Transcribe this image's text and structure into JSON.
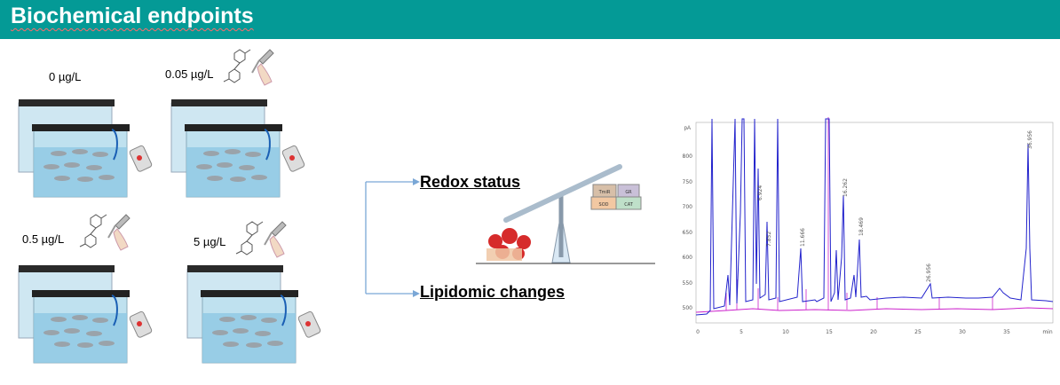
{
  "header": {
    "title": "Biochemical endpoints",
    "bg_color": "#049a96"
  },
  "tanks": [
    {
      "label": "0 µg/L",
      "has_dropper": false
    },
    {
      "label": "0.05 µg/L",
      "has_dropper": true
    },
    {
      "label": "0.5 µg/L",
      "has_dropper": true
    },
    {
      "label": "5 µg/L",
      "has_dropper": true
    }
  ],
  "endpoints": [
    {
      "label": "Redox status"
    },
    {
      "label": "Lipidomic changes"
    }
  ],
  "scale": {
    "boxes": [
      "TmiR",
      "GR",
      "SOD",
      "CAT"
    ]
  },
  "chromatogram": {
    "y_unit": "pA",
    "x_unit": "min",
    "y_ticks": [
      "800",
      "750",
      "700",
      "650",
      "600",
      "550",
      "500"
    ],
    "x_ticks": [
      "0",
      "5",
      "10",
      "15",
      "20",
      "25",
      "30",
      "35"
    ],
    "peak_labels": [
      "16.262",
      "18.469",
      "26.956",
      "36.956",
      "6.924",
      "7.852",
      "11.666"
    ],
    "line_colors": {
      "main": "#2222cc",
      "baseline": "#cc22cc"
    }
  }
}
